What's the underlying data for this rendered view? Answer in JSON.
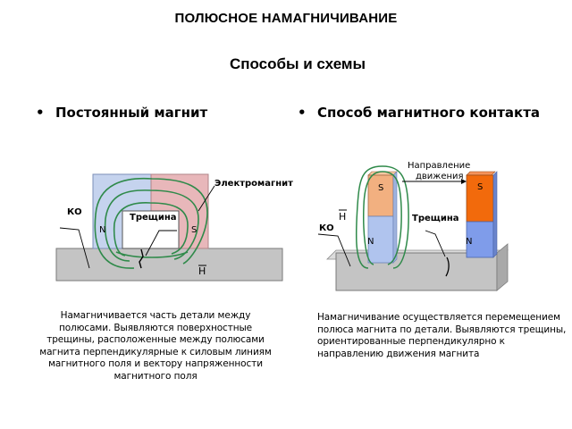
{
  "title": "ПОЛЮСНОЕ НАМАГНИЧИВАНИЕ",
  "subtitle": "Способы и схемы",
  "left": {
    "heading": "Постоянный магнит",
    "label_electromagnet": "Электромагнит",
    "label_ko": "КО",
    "label_crack": "Трещина",
    "label_n": "N",
    "label_s": "S",
    "label_h": "H",
    "description": "Намагничивается часть детали между полюсами. Выявляются поверхностные трещины, расположенные между полюсами магнита перпендикулярные к силовым линиям магнитного поля и вектору напряженности магнитного поля"
  },
  "right": {
    "heading": "Способ магнитного контакта",
    "label_direction_1": "Направление",
    "label_direction_2": "движения",
    "label_h": "H",
    "label_ko": "КО",
    "label_crack": "Трещина",
    "label_s1": "S",
    "label_n1": "N",
    "label_s2": "S",
    "label_n2": "N",
    "description": "Намагничивание осуществляется перемещением полюса магнита по детали. Выявляются трещины, ориентированные перпендикулярно к направлению движения магнита"
  },
  "colors": {
    "magnet_blue": "#c5d3ee",
    "magnet_pink": "#e8b7ba",
    "plate": "#c4c4c4",
    "field_line": "#2f8a4a",
    "orange_light": "#f2b080",
    "orange": "#f26a0c",
    "blue_light": "#b0c4ee",
    "blue": "#7f9cea"
  }
}
